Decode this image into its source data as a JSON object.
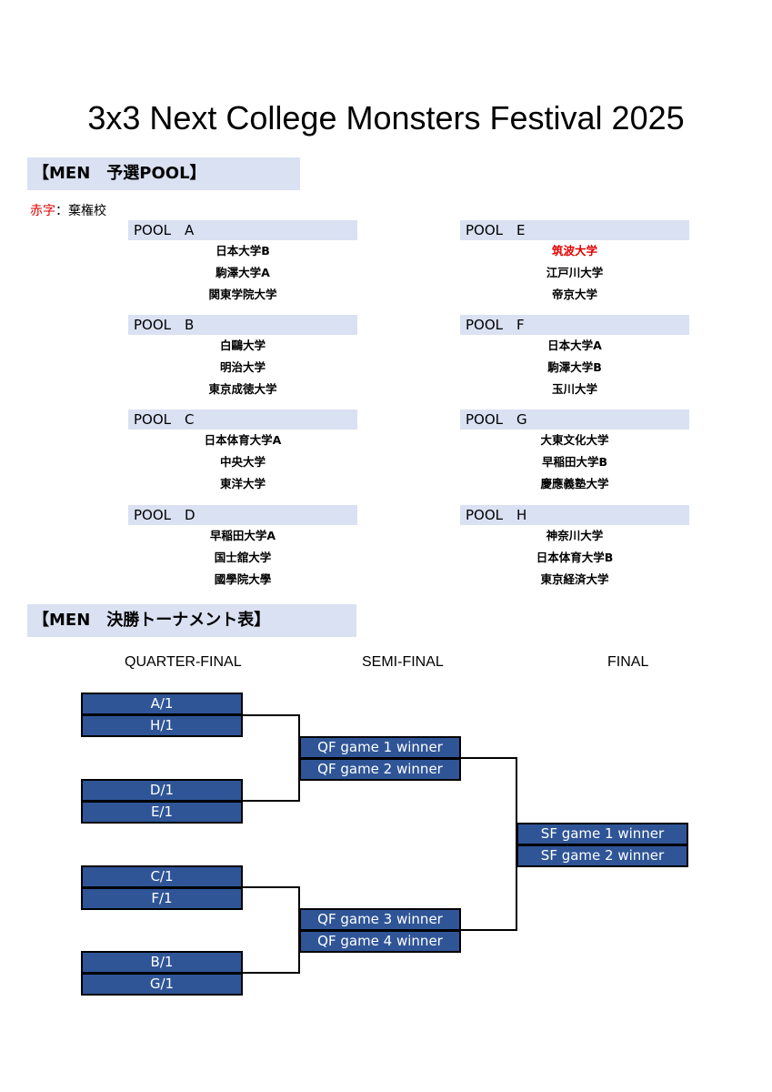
{
  "title": "3x3 Next College Monsters Festival 2025",
  "pool_section_header": "【MEN　予選POOL】",
  "legend": {
    "red_text": "赤字",
    "rest": "：棄権校"
  },
  "pools": [
    {
      "name": "POOL　A",
      "teams": [
        {
          "name": "日本大学B",
          "withdrawn": false
        },
        {
          "name": "駒澤大学A",
          "withdrawn": false
        },
        {
          "name": "関東学院大学",
          "withdrawn": false
        }
      ]
    },
    {
      "name": "POOL　B",
      "teams": [
        {
          "name": "白鷗大学",
          "withdrawn": false
        },
        {
          "name": "明治大学",
          "withdrawn": false
        },
        {
          "name": "東京成徳大学",
          "withdrawn": false
        }
      ]
    },
    {
      "name": "POOL　C",
      "teams": [
        {
          "name": "日本体育大学A",
          "withdrawn": false
        },
        {
          "name": "中央大学",
          "withdrawn": false
        },
        {
          "name": "東洋大学",
          "withdrawn": false
        }
      ]
    },
    {
      "name": "POOL　D",
      "teams": [
        {
          "name": "早稲田大学A",
          "withdrawn": false
        },
        {
          "name": "国士舘大学",
          "withdrawn": false
        },
        {
          "name": "國學院大學",
          "withdrawn": false
        }
      ]
    },
    {
      "name": "POOL　E",
      "teams": [
        {
          "name": "筑波大学",
          "withdrawn": true
        },
        {
          "name": "江戸川大学",
          "withdrawn": false
        },
        {
          "name": "帝京大学",
          "withdrawn": false
        }
      ]
    },
    {
      "name": "POOL　F",
      "teams": [
        {
          "name": "日本大学A",
          "withdrawn": false
        },
        {
          "name": "駒澤大学B",
          "withdrawn": false
        },
        {
          "name": "玉川大学",
          "withdrawn": false
        }
      ]
    },
    {
      "name": "POOL　G",
      "teams": [
        {
          "name": "大東文化大学",
          "withdrawn": false
        },
        {
          "name": "早稲田大学B",
          "withdrawn": false
        },
        {
          "name": "慶應義塾大学",
          "withdrawn": false
        }
      ]
    },
    {
      "name": "POOL　H",
      "teams": [
        {
          "name": "神奈川大学",
          "withdrawn": false
        },
        {
          "name": "日本体育大学B",
          "withdrawn": false
        },
        {
          "name": "東京経済大学",
          "withdrawn": false
        }
      ]
    }
  ],
  "tournament_section_header": "【MEN　決勝トーナメント表】",
  "rounds": {
    "qf": "QUARTER-FINAL",
    "sf": "SEMI-FINAL",
    "final": "FINAL"
  },
  "quarter_finals": [
    [
      "A/1",
      "H/1"
    ],
    [
      "D/1",
      "E/1"
    ],
    [
      "C/1",
      "F/1"
    ],
    [
      "B/1",
      "G/1"
    ]
  ],
  "semi_finals": [
    [
      "QF game 1 winner",
      "QF game 2 winner"
    ],
    [
      "QF game 3 winner",
      "QF game 4 winner"
    ]
  ],
  "final": [
    "SF game 1 winner",
    "SF game 2 winner"
  ],
  "colors": {
    "header_bg": "#d9e1f2",
    "box_bg": "#2f5597",
    "withdrawn": "#e00000"
  }
}
